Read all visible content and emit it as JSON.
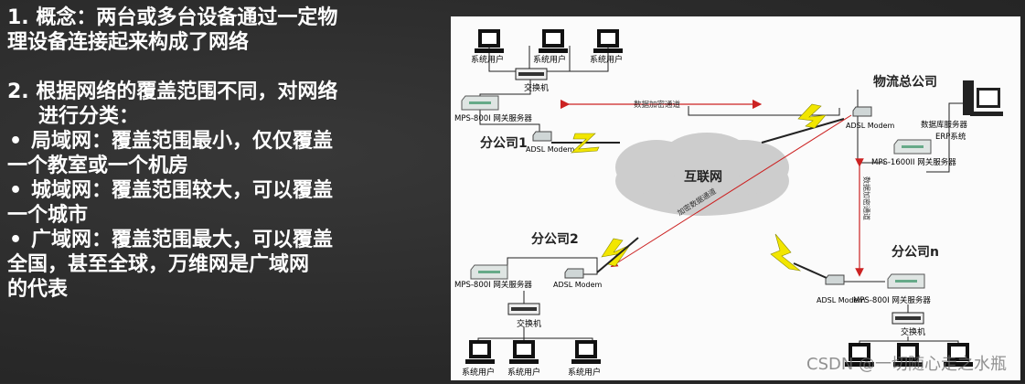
{
  "slide": {
    "point1_line1": "1. 概念：两台或多台设备通过一定物",
    "point1_line2": "理设备连接起来构成了网络",
    "point2_line1": "2. 根据网络的覆盖范围不同，对网络",
    "point2_line2": "进行分类：",
    "bullets": [
      {
        "line1": "局域网：覆盖范围最小，仅仅覆盖",
        "line2": "一个教室或一个机房"
      },
      {
        "line1": "城域网：覆盖范围较大，可以覆盖",
        "line2": "一个城市"
      },
      {
        "line1": "广域网：覆盖范围最大，可以覆盖",
        "line2": "全国，甚至全球，万维网是广域网",
        "line3": "的代表"
      }
    ],
    "bullet_symbol": "•"
  },
  "diagram": {
    "user_label": "系统用户",
    "switch_label": "交换机",
    "gateway_800": "MPS-800I 网关服务器",
    "gateway_1600": "MPS-1600II 网关服务器",
    "modem_label": "ADSL Modem",
    "branch1": "分公司1",
    "branch2": "分公司2",
    "branchn": "分公司n",
    "hq": "物流总公司",
    "internet": "互联网",
    "db_server_line1": "数据库服务器",
    "db_server_line2": "ERP系统",
    "tunnel_horizontal": "数据加密通道",
    "tunnel_diagonal": "加密数据通道",
    "tunnel_vertical": "数据加密通道",
    "colors": {
      "tunnel": "#cc2222",
      "lightning": "#f2e600",
      "cloud": "#c8c8c8"
    }
  },
  "watermark": "CSDN @一切随心走之水瓶"
}
